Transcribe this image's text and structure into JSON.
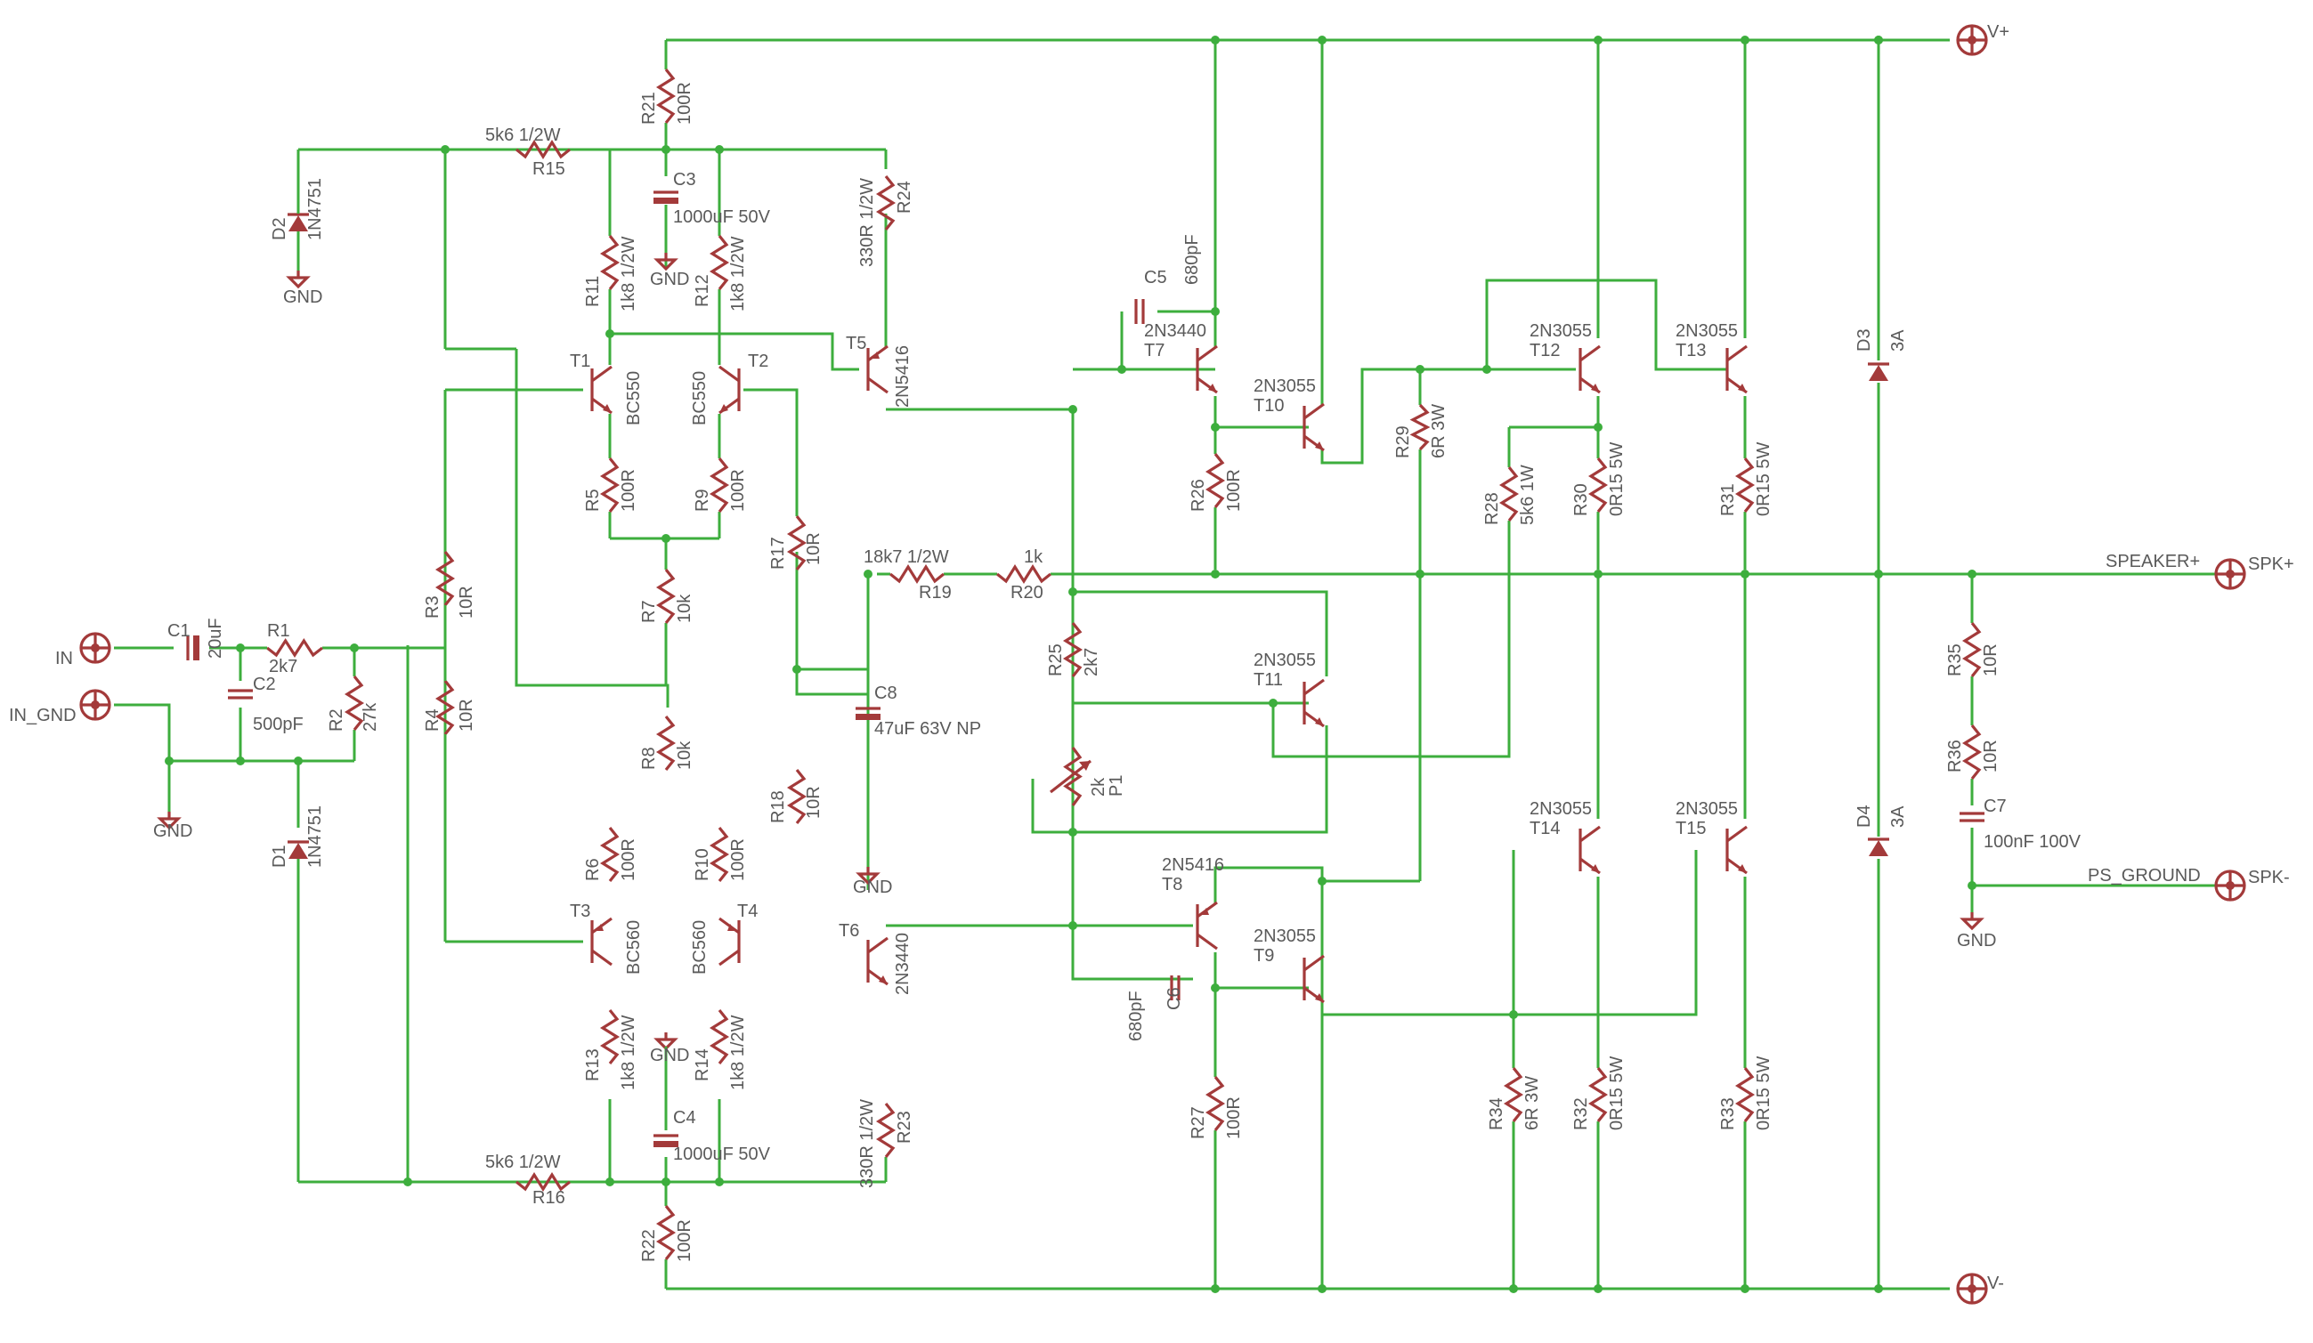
{
  "title": "",
  "colors": {
    "wire": "#3dae3d",
    "component": "#a33a3a",
    "text": "#5a5a5a",
    "background": "#ffffff"
  },
  "terminals": [
    {
      "id": "IN",
      "label": "IN"
    },
    {
      "id": "IN_GND",
      "label": "IN_GND"
    },
    {
      "id": "VP",
      "label": "V+"
    },
    {
      "id": "VM",
      "label": "V-"
    },
    {
      "id": "SPKP",
      "label": "SPK+"
    },
    {
      "id": "SPKM",
      "label": "SPK-"
    }
  ],
  "net_labels": [
    {
      "id": "speaker_plus",
      "label": "SPEAKER+"
    },
    {
      "id": "ps_ground",
      "label": "PS_GROUND"
    }
  ],
  "gnd_label": "GND",
  "resistors": [
    {
      "name": "R1",
      "value": "2k7"
    },
    {
      "name": "R2",
      "value": "27k"
    },
    {
      "name": "R3",
      "value": "10R"
    },
    {
      "name": "R4",
      "value": "10R"
    },
    {
      "name": "R5",
      "value": "100R"
    },
    {
      "name": "R6",
      "value": "100R"
    },
    {
      "name": "R7",
      "value": "10k"
    },
    {
      "name": "R8",
      "value": "10k"
    },
    {
      "name": "R9",
      "value": "100R"
    },
    {
      "name": "R10",
      "value": "100R"
    },
    {
      "name": "R11",
      "value": "1k8 1/2W"
    },
    {
      "name": "R12",
      "value": "1k8 1/2W"
    },
    {
      "name": "R13",
      "value": "1k8 1/2W"
    },
    {
      "name": "R14",
      "value": "1k8 1/2W"
    },
    {
      "name": "R15",
      "value": "5k6 1/2W"
    },
    {
      "name": "R16",
      "value": "5k6 1/2W"
    },
    {
      "name": "R17",
      "value": "10R"
    },
    {
      "name": "R18",
      "value": "10R"
    },
    {
      "name": "R19",
      "value": "18k7 1/2W"
    },
    {
      "name": "R20",
      "value": "1k"
    },
    {
      "name": "R21",
      "value": "100R"
    },
    {
      "name": "R22",
      "value": "100R"
    },
    {
      "name": "R23",
      "value": "330R 1/2W"
    },
    {
      "name": "R24",
      "value": "330R 1/2W"
    },
    {
      "name": "R25",
      "value": "2k7"
    },
    {
      "name": "R26",
      "value": "100R"
    },
    {
      "name": "R27",
      "value": "100R"
    },
    {
      "name": "R28",
      "value": "5k6 1W"
    },
    {
      "name": "R29",
      "value": "6R 3W"
    },
    {
      "name": "R30",
      "value": "0R15 5W"
    },
    {
      "name": "R31",
      "value": "0R15 5W"
    },
    {
      "name": "R32",
      "value": "0R15 5W"
    },
    {
      "name": "R33",
      "value": "0R15 5W"
    },
    {
      "name": "R34",
      "value": "6R 3W"
    },
    {
      "name": "R35",
      "value": "10R"
    },
    {
      "name": "R36",
      "value": "10R"
    }
  ],
  "capacitors": [
    {
      "name": "C1",
      "value": "20uF"
    },
    {
      "name": "C2",
      "value": "500pF"
    },
    {
      "name": "C3",
      "value": "1000uF 50V"
    },
    {
      "name": "C4",
      "value": "1000uF 50V"
    },
    {
      "name": "C5",
      "value": "680pF"
    },
    {
      "name": "C6",
      "value": "680pF"
    },
    {
      "name": "C7",
      "value": "100nF 100V"
    },
    {
      "name": "C8",
      "value": "47uF 63V NP"
    }
  ],
  "transistors": [
    {
      "name": "T1",
      "part": "BC550"
    },
    {
      "name": "T2",
      "part": "BC550"
    },
    {
      "name": "T3",
      "part": "BC560"
    },
    {
      "name": "T4",
      "part": "BC560"
    },
    {
      "name": "T5",
      "part": "2N5416"
    },
    {
      "name": "T6",
      "part": "2N3440"
    },
    {
      "name": "T7",
      "part": "2N3440"
    },
    {
      "name": "T8",
      "part": "2N5416"
    },
    {
      "name": "T9",
      "part": "2N3055"
    },
    {
      "name": "T10",
      "part": "2N3055"
    },
    {
      "name": "T11",
      "part": "2N3055"
    },
    {
      "name": "T12",
      "part": "2N3055"
    },
    {
      "name": "T13",
      "part": "2N3055"
    },
    {
      "name": "T14",
      "part": "2N3055"
    },
    {
      "name": "T15",
      "part": "2N3055"
    }
  ],
  "diodes": [
    {
      "name": "D1",
      "part": "1N4751"
    },
    {
      "name": "D2",
      "part": "1N4751"
    },
    {
      "name": "D3",
      "part": "3A"
    },
    {
      "name": "D4",
      "part": "3A"
    }
  ],
  "potentiometers": [
    {
      "name": "P1",
      "value": "2k"
    }
  ]
}
